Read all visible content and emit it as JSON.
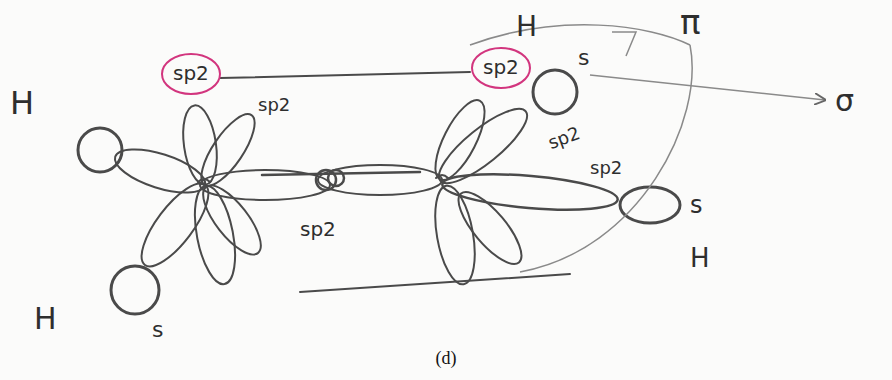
{
  "diagram": {
    "caption": "(d)",
    "labels": [
      "H",
      "sp2",
      "sp2",
      "H",
      "s",
      "π",
      "sp2",
      "sp2",
      "σ",
      "sp2",
      "sp2",
      "s",
      "H",
      "H",
      "s"
    ]
  }
}
